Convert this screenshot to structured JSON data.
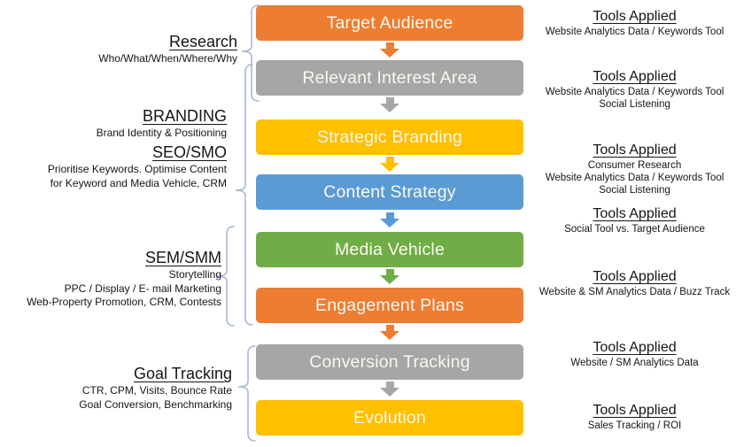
{
  "diagram": {
    "steps": [
      {
        "label": "Target Audience",
        "color": "#ED7D31"
      },
      {
        "label": "Relevant Interest Area",
        "color": "#A6A6A6"
      },
      {
        "label": "Strategic Branding",
        "color": "#FFC000"
      },
      {
        "label": "Content Strategy",
        "color": "#5B9BD5"
      },
      {
        "label": "Media Vehicle",
        "color": "#70AD47"
      },
      {
        "label": "Engagement Plans",
        "color": "#ED7D31"
      },
      {
        "label": "Conversion Tracking",
        "color": "#A6A6A6"
      },
      {
        "label": "Evolution",
        "color": "#FFC000"
      }
    ],
    "left_labels": [
      {
        "heading": "Research",
        "lines": [
          "Who/What/When/Where/Why"
        ]
      },
      {
        "heading": "BRANDING",
        "lines": [
          "Brand Identity & Positioning"
        ]
      },
      {
        "heading": "SEO/SMO",
        "lines": [
          "Prioritise Keywords. Optimise Content",
          "for Keyword and Media Vehicle, CRM"
        ]
      },
      {
        "heading": "SEM/SMM",
        "lines": [
          "Storytelling",
          "PPC / Display / E- mail Marketing",
          "Web-Property Promotion, CRM, Contests"
        ]
      },
      {
        "heading": "Goal Tracking",
        "lines": [
          "CTR, CPM, Visits, Bounce Rate",
          "Goal Conversion, Benchmarking"
        ]
      }
    ],
    "tools": [
      {
        "heading": "Tools Applied",
        "lines": [
          "Website Analytics Data / Keywords Tool"
        ]
      },
      {
        "heading": "Tools Applied",
        "lines": [
          "Website Analytics Data / Keywords Tool",
          "Social Listening"
        ]
      },
      {
        "heading": "Tools Applied",
        "lines": [
          "Consumer Research",
          "Website Analytics Data / Keywords Tool",
          "Social Listening"
        ]
      },
      {
        "heading": "Tools Applied",
        "lines": [
          "Social Tool vs. Target Audience"
        ]
      },
      {
        "heading": "Tools Applied",
        "lines": [
          "Website & SM Analytics Data / Buzz Track"
        ]
      },
      {
        "heading": "Tools Applied",
        "lines": [
          "Website / SM Analytics Data"
        ]
      },
      {
        "heading": "Tools Applied",
        "lines": [
          "Sales Tracking / ROI"
        ]
      }
    ],
    "colors": {
      "orange": "#ED7D31",
      "gray": "#A6A6A6",
      "gold": "#FFC000",
      "blue": "#5B9BD5",
      "green": "#70AD47",
      "brace": "#A8B8D5",
      "text": "#151515",
      "box_text": "#FBF7F0",
      "background": "#FFFFFF"
    }
  }
}
